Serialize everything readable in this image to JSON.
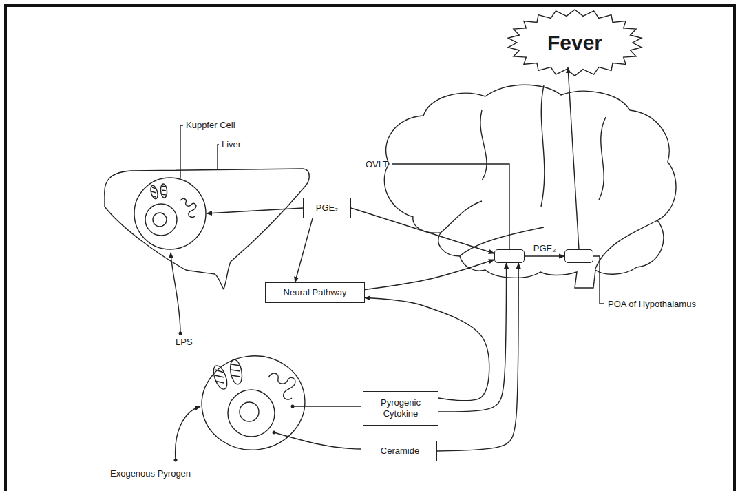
{
  "diagram": {
    "nodes": [
      {
        "text": [
          "Fever"
        ]
      },
      {
        "text": [
          "Liver"
        ]
      },
      {
        "text": [
          "Kuppfer Cell"
        ],
        "in": 1
      },
      {
        "text": [
          "OVLT"
        ]
      },
      {
        "text": [
          "PGE₂"
        ]
      },
      {
        "text": [
          "Neural Pathway"
        ]
      },
      {
        "text": [
          "POA of Hypothalamus"
        ]
      },
      {
        "text": [
          "Pyrogenic Cytokine"
        ]
      },
      {
        "text": [
          "Ceramide"
        ]
      }
    ],
    "edges": [
      {
        "from": 4,
        "to": 2,
        "arrow": "to"
      },
      {
        "from": 4,
        "to": 3,
        "arrow": "to"
      },
      {
        "from": 4,
        "to": 5,
        "arrow": "to"
      },
      {
        "from": 5,
        "to": 3,
        "arrow": "to"
      },
      {
        "from": 7,
        "to": 5,
        "arrow": "to"
      },
      {
        "from": 7,
        "to": 3,
        "arrow": "to"
      },
      {
        "from": 8,
        "to": 3,
        "arrow": "to"
      },
      {
        "from": 3,
        "to": 6,
        "label": "PGE₂",
        "arrow": "to"
      },
      {
        "from": 6,
        "to": 0,
        "arrow": "to"
      }
    ],
    "labels": [
      "LPS",
      "Exogenous Pyrogen"
    ]
  }
}
